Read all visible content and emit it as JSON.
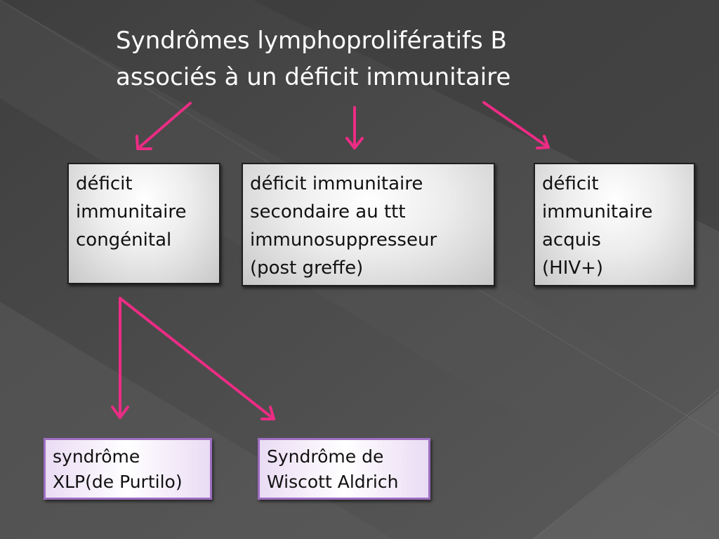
{
  "title": {
    "line1": "Syndrômes lymphoprolifératifs B",
    "line2": "associés à un déficit immunitaire"
  },
  "boxes": {
    "congenital": {
      "lines": [
        "déficit",
        "immunitaire",
        "congénital"
      ]
    },
    "secondaire": {
      "lines": [
        "déficit immunitaire",
        "secondaire au ttt",
        "immunosuppresseur",
        "(post greffe)"
      ]
    },
    "acquis": {
      "lines": [
        "déficit",
        "immunitaire",
        "acquis",
        "(HIV+)"
      ]
    },
    "xlp": {
      "lines": [
        "syndrôme",
        "XLP(de Purtilo)"
      ]
    },
    "wiscott": {
      "lines": [
        "Syndrôme de",
        "Wiscott Aldrich"
      ]
    }
  },
  "colors": {
    "arrow": "#ec2c84",
    "background": "#4a4a4a",
    "title_text": "#ffffff",
    "subtype_border": "#9d6ec2"
  }
}
